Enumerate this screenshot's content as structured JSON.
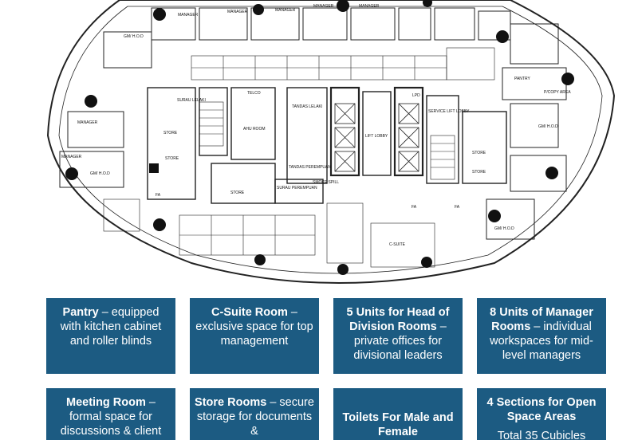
{
  "floor_plan": {
    "room_labels": {
      "manager": "MANAGER",
      "gm_hod": "GM/ H.O.D",
      "pantry": "PANTRY",
      "photocopy": "P/COPY AREA",
      "surau_lelaki": "SURAU LELAKI",
      "telco": "TELCO",
      "ahu_room": "AHU ROOM",
      "store": "STORE",
      "lift_lobby": "LIFT LOBBY",
      "lpd": "LPD",
      "service_lift_lobby": "SERVICE LIFT LOBBY",
      "surau_perempuan": "SURAU PEREMPUAN",
      "tandas_lelaki": "TANDAS LELAKI",
      "tandas_perempuan": "TANDAS PEREMPUAN",
      "smoke_spill": "SMOKE SPILL",
      "c_suite": "C-SUITE",
      "fa": "FA"
    }
  },
  "cards": [
    {
      "title": "Pantry",
      "sep": " – ",
      "desc": "equipped with kitchen cabinet and roller blinds"
    },
    {
      "title": "C-Suite Room",
      "sep": " – ",
      "desc": "exclusive space for top management"
    },
    {
      "title": "5 Units for Head of Division Rooms",
      "sep": " – ",
      "desc": "private offices for divisional leaders"
    },
    {
      "title": "8 Units of Manager Rooms",
      "sep": " – ",
      "desc": "individual workspaces for mid-level managers"
    },
    {
      "title": "Meeting Room",
      "sep": " – ",
      "desc": "formal space for discussions & client"
    },
    {
      "title": "Store Rooms",
      "sep": " – ",
      "desc": "secure storage for documents &"
    },
    {
      "title": "Toilets For Male and Female",
      "sep": "",
      "desc": ""
    },
    {
      "title": "4 Sections for Open Space Areas",
      "sep": "",
      "desc": "Total 35 Cubicles"
    }
  ]
}
